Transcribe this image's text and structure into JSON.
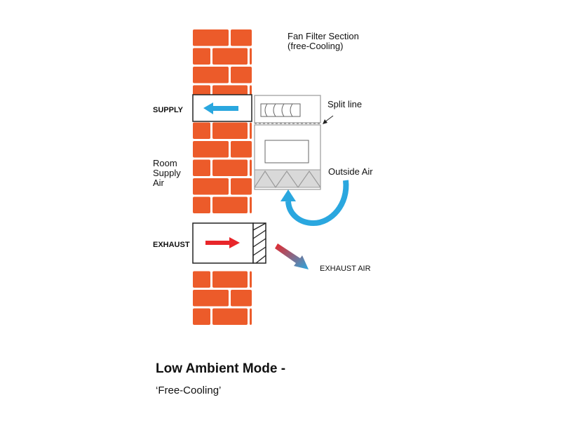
{
  "diagram": {
    "title": "Low Ambient Mode -",
    "subtitle": "‘Free-Cooling’",
    "labels": {
      "supply": "SUPPLY",
      "exhaust": "EXHAUST",
      "room_supply_air": "Room\nSupply\nAir",
      "fan_filter_section": "Fan Filter Section\n(free-Cooling)",
      "split_line": "Split line",
      "outside_air": "Outside Air",
      "exhaust_air": "EXHAUST AIR"
    },
    "colors": {
      "brick": "#ec5b2a",
      "mortar": "#ffffff",
      "supply_arrow": "#2aa7df",
      "exhaust_arrow": "#e8262a",
      "outside_air_arrow": "#2aa7df",
      "unit_outline": "#9a9a9a"
    },
    "icons": [
      "supply-arrow-icon",
      "exhaust-arrow-icon",
      "outside-air-arrow-icon",
      "exhaust-air-arrow-icon",
      "fan-icon",
      "filter-icon"
    ]
  }
}
